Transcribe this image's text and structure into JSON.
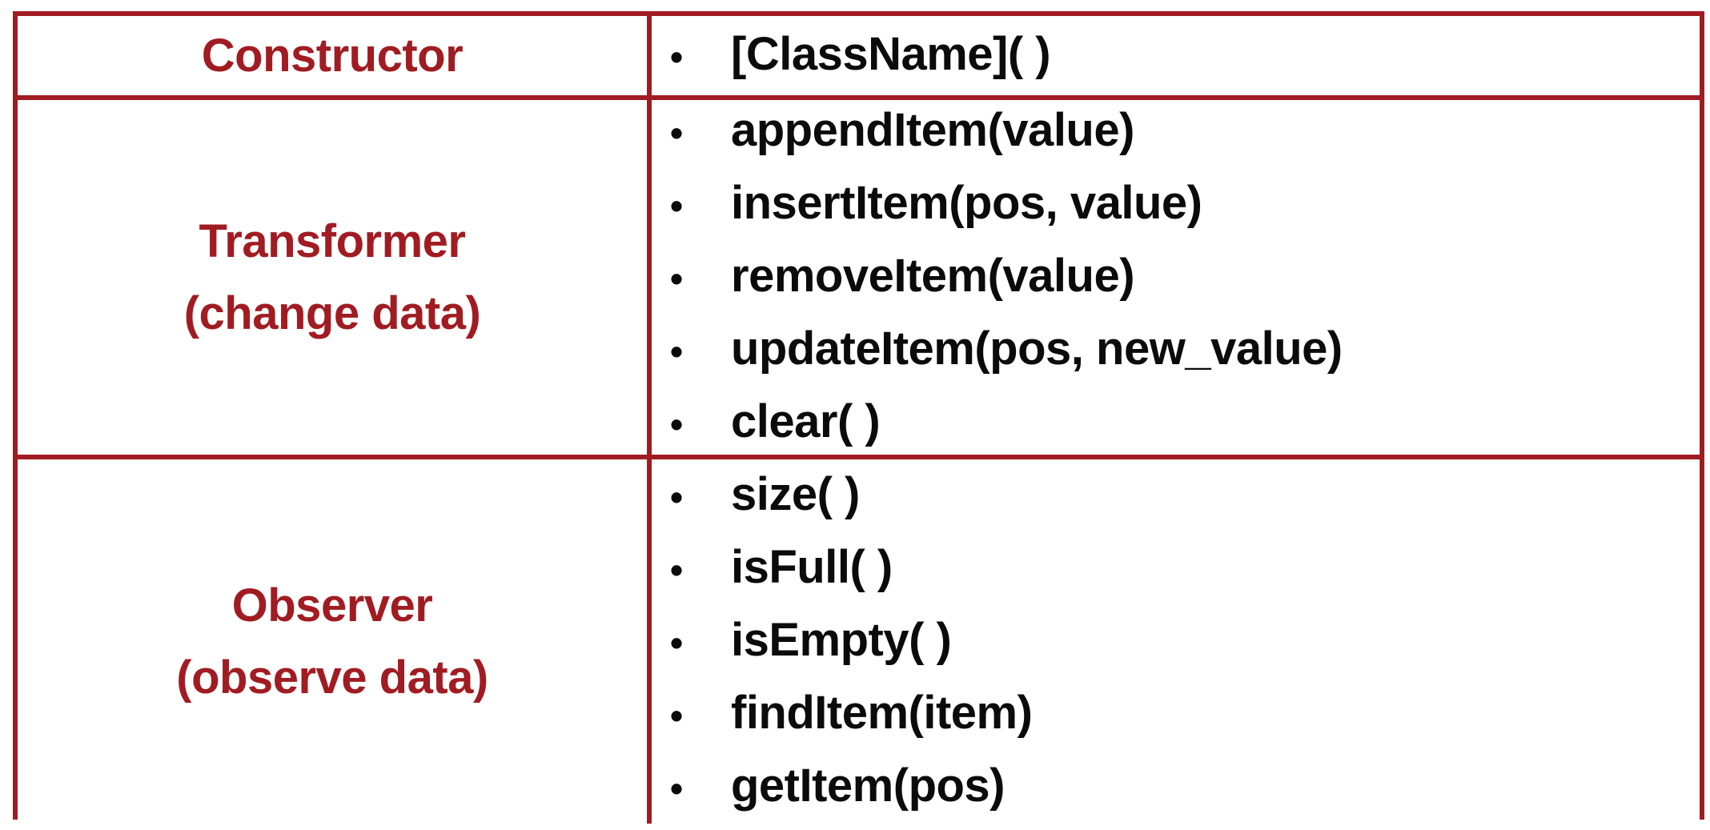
{
  "colors": {
    "border": "#A11C22",
    "category_text": "#A11C22",
    "method_text": "#0B0B0B"
  },
  "bullet_char": "•",
  "table": {
    "rows": [
      {
        "category": "Constructor",
        "subtitle": "",
        "methods": [
          "[ClassName]( )"
        ]
      },
      {
        "category": "Transformer",
        "subtitle": "(change data)",
        "methods": [
          "appendItem(value)",
          "insertItem(pos, value)",
          "removeItem(value)",
          "updateItem(pos, new_value)",
          "clear( )"
        ]
      },
      {
        "category": "Observer",
        "subtitle": "(observe data)",
        "methods": [
          "size( )",
          "isFull( )",
          "isEmpty( )",
          "findItem(item)",
          "getItem(pos)"
        ]
      }
    ]
  }
}
